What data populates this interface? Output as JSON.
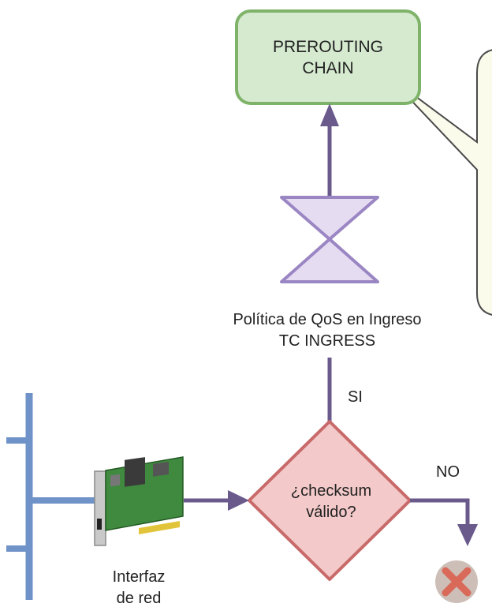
{
  "prerouting": {
    "line1": "PREROUTING",
    "line2": "CHAIN"
  },
  "qos": {
    "line1": "Política de QoS en Ingreso",
    "line2": "TC INGRESS"
  },
  "decision": {
    "line1": "¿checksum",
    "line2": "válido?"
  },
  "branch": {
    "yes": "SI",
    "no": "NO"
  },
  "nic": {
    "line1": "Interfaz",
    "line2": "de red"
  },
  "colors": {
    "prerouting_fill": "#d6ead0",
    "prerouting_stroke": "#7fb36a",
    "arrow": "#6a5a8c",
    "valve_fill": "#e6dcf2",
    "valve_stroke": "#9b86c4",
    "diamond_fill": "#f3c9c9",
    "diamond_stroke": "#c86a6a",
    "bus": "#6f93c9",
    "callout_fill": "#fbfbec",
    "drop_icon": "#d96a5a"
  },
  "icons": [
    "network-card-icon",
    "drop-x-icon"
  ]
}
